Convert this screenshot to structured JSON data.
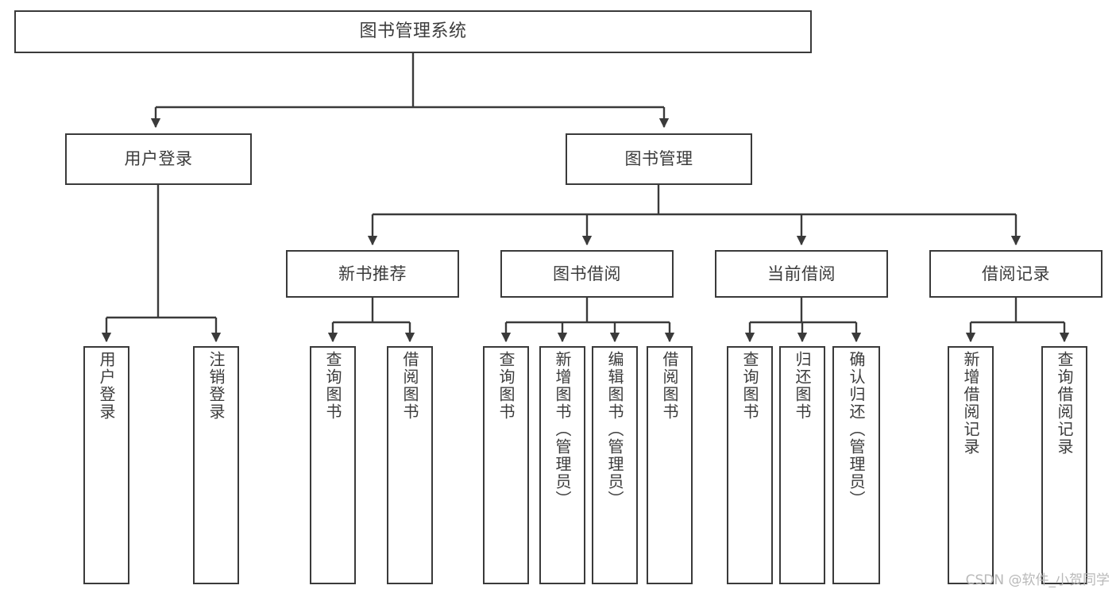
{
  "diagram": {
    "type": "tree",
    "title": "图书管理系统",
    "orientation": "top-down",
    "colors": {
      "box_border": "#3a3a3a",
      "box_fill": "#ffffff",
      "text": "#3c3c3c",
      "edge": "#3a3a3a",
      "watermark": "#b9b9b9",
      "background": "#ffffff"
    },
    "watermark": "CSDN @软件_小贺同学",
    "nodes": {
      "root": {
        "label": "图书管理系统",
        "level": 0
      },
      "l1": [
        {
          "id": "user-login",
          "label": "用户登录"
        },
        {
          "id": "book-manage",
          "label": "图书管理"
        }
      ],
      "l2": [
        {
          "id": "new-book-rec",
          "label": "新书推荐",
          "parent": "book-manage"
        },
        {
          "id": "book-borrow",
          "label": "图书借阅",
          "parent": "book-manage"
        },
        {
          "id": "current-borrow",
          "label": "当前借阅",
          "parent": "book-manage"
        },
        {
          "id": "borrow-record",
          "label": "借阅记录",
          "parent": "book-manage"
        }
      ],
      "leaves": {
        "user-login": [
          {
            "id": "leaf-user-login",
            "label": "用户登录"
          },
          {
            "id": "leaf-logout",
            "label": "注销登录"
          }
        ],
        "new-book-rec": [
          {
            "id": "leaf-query-book-1",
            "label": "查询图书"
          },
          {
            "id": "leaf-borrow-book-1",
            "label": "借阅图书"
          }
        ],
        "book-borrow": [
          {
            "id": "leaf-query-book-2",
            "label": "查询图书"
          },
          {
            "id": "leaf-add-book",
            "label": "新增图书（管理员）"
          },
          {
            "id": "leaf-edit-book",
            "label": "编辑图书（管理员）"
          },
          {
            "id": "leaf-borrow-book-2",
            "label": "借阅图书"
          }
        ],
        "current-borrow": [
          {
            "id": "leaf-query-book-3",
            "label": "查询图书"
          },
          {
            "id": "leaf-return-book",
            "label": "归还图书"
          },
          {
            "id": "leaf-confirm-return",
            "label": "确认归还（管理员）"
          }
        ],
        "borrow-record": [
          {
            "id": "leaf-add-record",
            "label": "新增借阅记录"
          },
          {
            "id": "leaf-query-record",
            "label": "查询借阅记录"
          }
        ]
      }
    }
  }
}
